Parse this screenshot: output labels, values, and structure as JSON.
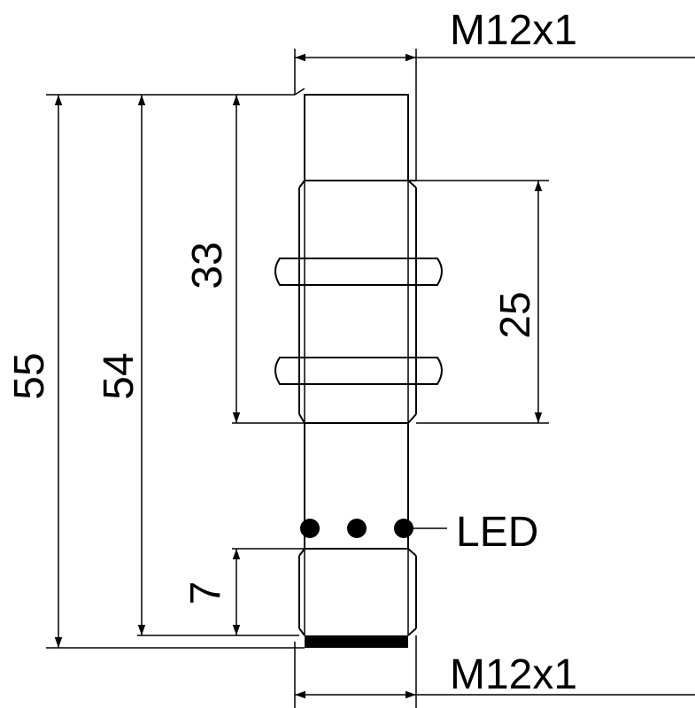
{
  "labels": {
    "thread_top": "M12x1",
    "thread_bottom": "M12x1",
    "led": "LED",
    "dim_55": "55",
    "dim_54": "54",
    "dim_33": "33",
    "dim_25": "25",
    "dim_7": "7"
  },
  "colors": {
    "line": "#000000",
    "background": "#ffffff"
  }
}
